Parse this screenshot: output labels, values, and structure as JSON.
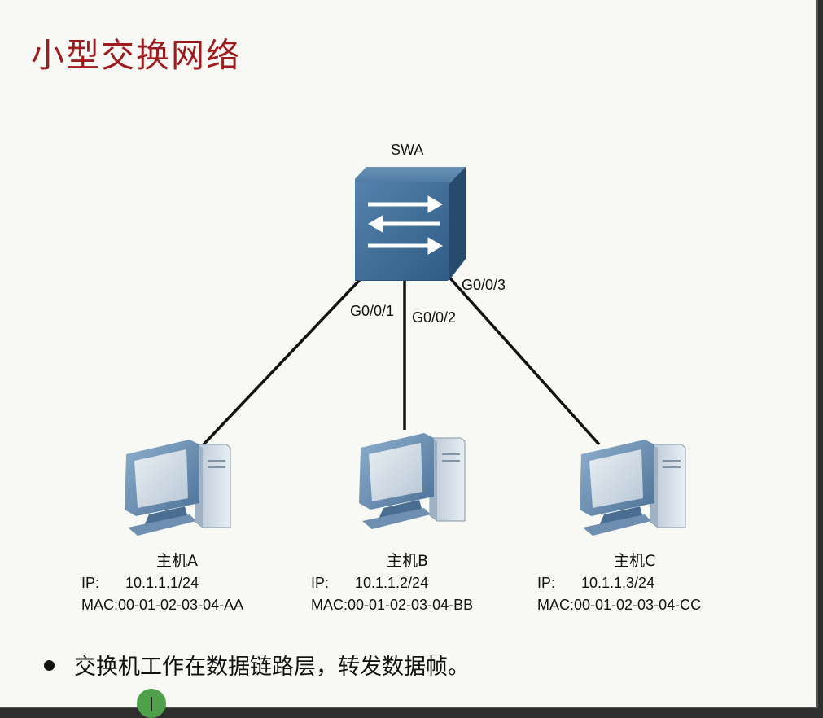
{
  "slide": {
    "title": "小型交换网络",
    "bullet": "交换机工作在数据链路层，转发数据帧。"
  },
  "switch": {
    "name": "SWA",
    "icon": "switch-icon",
    "ports": [
      "G0/0/1",
      "G0/0/2",
      "G0/0/3"
    ]
  },
  "hosts": [
    {
      "name": "主机A",
      "ip_label": "IP:",
      "ip": "10.1.1.1/24",
      "mac": "MAC:00-01-02-03-04-AA",
      "icon": "computer-icon"
    },
    {
      "name": "主机B",
      "ip_label": "IP:",
      "ip": "10.1.1.2/24",
      "mac": "MAC:00-01-02-03-04-BB",
      "icon": "computer-icon"
    },
    {
      "name": "主机C",
      "ip_label": "IP:",
      "ip": "10.1.1.3/24",
      "mac": "MAC:00-01-02-03-04-CC",
      "icon": "computer-icon"
    }
  ],
  "colors": {
    "title": "#9d1b1f",
    "switch_body": "#3f6c95",
    "link": "#111111"
  }
}
